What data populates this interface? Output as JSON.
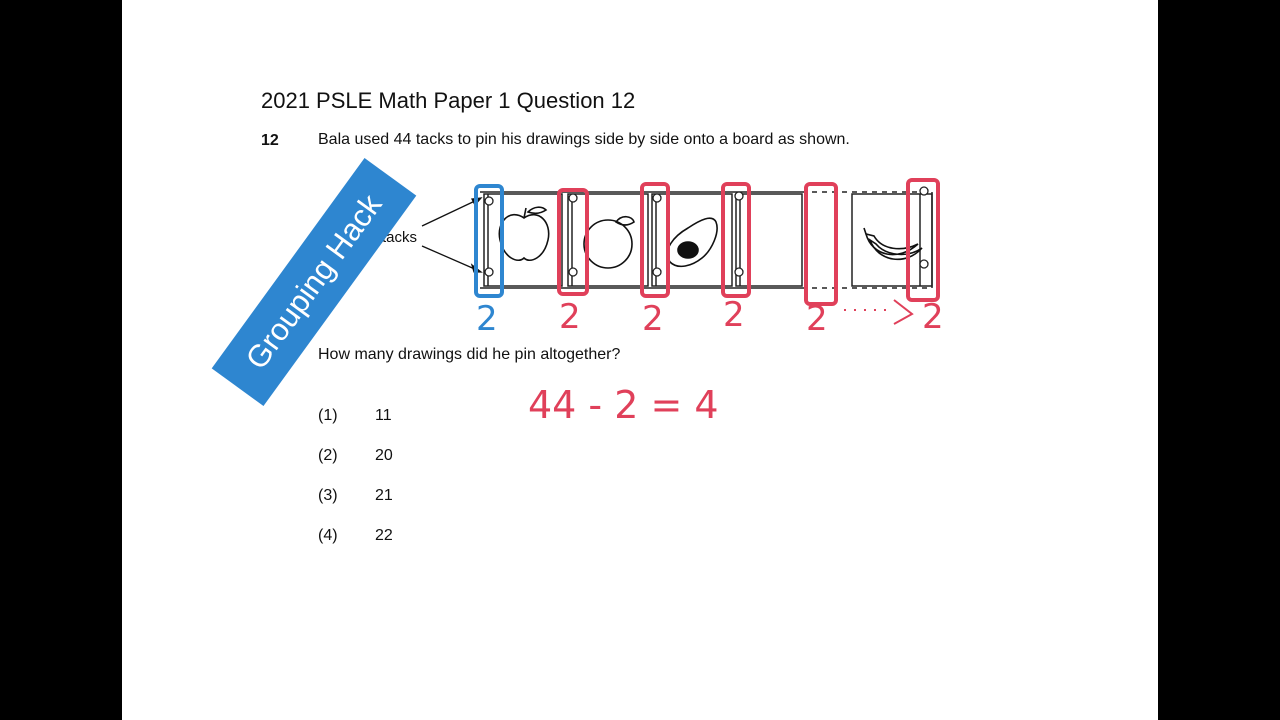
{
  "page": {
    "title": "2021 PSLE Math Paper 1 Question 12",
    "question_number": "12",
    "question_text": "Bala used 44 tacks to pin his drawings side by side onto a board as shown.",
    "question_ask": "How many drawings did he pin altogether?"
  },
  "banner": {
    "text": "Grouping Hack",
    "color": "#2e86d0"
  },
  "diagram": {
    "tacks_label": "tacks",
    "group_counts": [
      "2",
      "2",
      "2",
      "2",
      "2",
      "2"
    ],
    "highlight_first_color": "#2e86d0",
    "highlight_color": "#e0405a",
    "drawings": [
      "apple-icon",
      "orange-icon",
      "avocado-icon",
      "banana-icon"
    ]
  },
  "working": {
    "equation": "44 - 2 = 4"
  },
  "options": [
    {
      "label": "(1)",
      "value": "11"
    },
    {
      "label": "(2)",
      "value": "20"
    },
    {
      "label": "(3)",
      "value": "21"
    },
    {
      "label": "(4)",
      "value": "22"
    }
  ]
}
